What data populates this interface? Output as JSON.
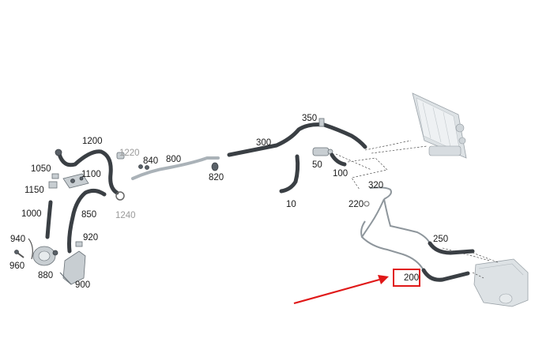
{
  "callouts": {
    "p1200": "1200",
    "p1220": "1220",
    "p840": "840",
    "p800": "800",
    "p820": "820",
    "p300": "300",
    "p350": "350",
    "p50": "50",
    "p100": "100",
    "p10": "10",
    "p320": "320",
    "p220": "220",
    "p250": "250",
    "p200": "200",
    "p1050": "1050",
    "p1100": "1100",
    "p1150": "1150",
    "p1000": "1000",
    "p850": "850",
    "p1240": "1240",
    "p940": "940",
    "p920": "920",
    "p960": "960",
    "p880": "880",
    "p900": "900"
  },
  "highlight": {
    "target_part": "200",
    "box_color": "#e01818",
    "arrow_color": "#e01818"
  }
}
